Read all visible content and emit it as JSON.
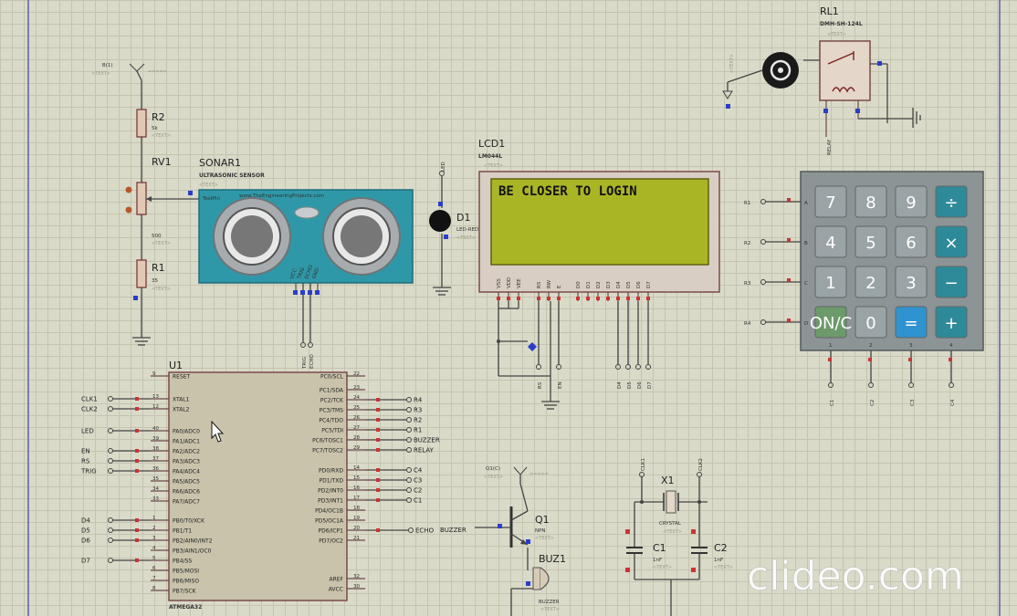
{
  "sheet": {
    "border_color": "#7b7bb0",
    "grid_color": "#c4c4b1",
    "bg_color": "#dadac9"
  },
  "watermark": "clideo.com",
  "placeholder_text": "<TEXT>",
  "power_label": "B(1)",
  "relay": {
    "ref": "RL1",
    "part": "DMH-SH-124L",
    "net": "RELAY"
  },
  "motor_icon": "motor-icon",
  "r2": {
    "ref": "R2",
    "value": "5k"
  },
  "rv1": {
    "ref": "RV1",
    "value": "500"
  },
  "r1": {
    "ref": "R1",
    "value": "35"
  },
  "sonar": {
    "ref": "SONAR1",
    "part": "ULTRASONIC SENSOR",
    "site": "www.TheEngineeringProjects.com",
    "testpin": "TestPin",
    "pins": [
      "VCC",
      "TRIG",
      "ECHO",
      "GND"
    ],
    "nets": [
      "TRIG",
      "ECHO"
    ]
  },
  "led": {
    "ref": "D1",
    "part": "LED-RED",
    "net": "LED"
  },
  "lcd": {
    "ref": "LCD1",
    "part": "LM044L",
    "display_text": "BE CLOSER TO LOGIN",
    "pins": [
      "VSS",
      "VDD",
      "VEE",
      "RS",
      "RW",
      "E",
      "D0",
      "D1",
      "D2",
      "D3",
      "D4",
      "D5",
      "D6",
      "D7"
    ],
    "bottom_nets": [
      "RS",
      "EN",
      "D4",
      "D5",
      "D6",
      "D7"
    ]
  },
  "keypad": {
    "rows": [
      {
        "net": "R1",
        "letter": "A",
        "keys": [
          "7",
          "8",
          "9",
          "÷"
        ]
      },
      {
        "net": "R2",
        "letter": "B",
        "keys": [
          "4",
          "5",
          "6",
          "×"
        ]
      },
      {
        "net": "R3",
        "letter": "C",
        "keys": [
          "1",
          "2",
          "3",
          "−"
        ]
      },
      {
        "net": "R4",
        "letter": "D",
        "keys": [
          "ON/C",
          "0",
          "=",
          "+"
        ]
      }
    ],
    "col_pins": [
      "1",
      "2",
      "3",
      "4"
    ],
    "col_nets": [
      "C1",
      "C2",
      "C3",
      "C4"
    ],
    "colors": {
      "number": "#9aa4a6",
      "operator": "#2e8a98",
      "on": "#6d9a6b",
      "equals": "#2f93cf",
      "body": "#8c9496"
    }
  },
  "mcu": {
    "ref": "U1",
    "part": "ATMEGA32",
    "left_pins": [
      {
        "num": "9",
        "name": "RESET",
        "net": ""
      },
      {
        "num": "13",
        "name": "XTAL1",
        "net": "CLK1"
      },
      {
        "num": "12",
        "name": "XTAL2",
        "net": "CLK2"
      },
      {
        "num": "40",
        "name": "PA0/ADC0",
        "net": "LED"
      },
      {
        "num": "39",
        "name": "PA1/ADC1",
        "net": ""
      },
      {
        "num": "38",
        "name": "PA2/ADC2",
        "net": "EN"
      },
      {
        "num": "37",
        "name": "PA3/ADC3",
        "net": "RS"
      },
      {
        "num": "36",
        "name": "PA4/ADC4",
        "net": "TRIG"
      },
      {
        "num": "35",
        "name": "PA5/ADC5",
        "net": ""
      },
      {
        "num": "34",
        "name": "PA6/ADC6",
        "net": ""
      },
      {
        "num": "33",
        "name": "PA7/ADC7",
        "net": ""
      },
      {
        "num": "1",
        "name": "PB0/T0/XCK",
        "net": "D4"
      },
      {
        "num": "2",
        "name": "PB1/T1",
        "net": "D5"
      },
      {
        "num": "3",
        "name": "PB2/AIN0/INT2",
        "net": "D6"
      },
      {
        "num": "4",
        "name": "PB3/AIN1/OC0",
        "net": ""
      },
      {
        "num": "5",
        "name": "PB4/SS",
        "net": "D7"
      },
      {
        "num": "6",
        "name": "PB5/MOSI",
        "net": ""
      },
      {
        "num": "7",
        "name": "PB6/MISO",
        "net": ""
      },
      {
        "num": "8",
        "name": "PB7/SCK",
        "net": ""
      }
    ],
    "right_pins": [
      {
        "num": "22",
        "name": "PC0/SCL",
        "net": ""
      },
      {
        "num": "23",
        "name": "PC1/SDA",
        "net": ""
      },
      {
        "num": "24",
        "name": "PC2/TCK",
        "net": "R4"
      },
      {
        "num": "25",
        "name": "PC3/TMS",
        "net": "R3"
      },
      {
        "num": "26",
        "name": "PC4/TDO",
        "net": "R2"
      },
      {
        "num": "27",
        "name": "PC5/TDI",
        "net": "R1"
      },
      {
        "num": "28",
        "name": "PC6/TOSC1",
        "net": "BUZZER"
      },
      {
        "num": "29",
        "name": "PC7/TOSC2",
        "net": "RELAY"
      },
      {
        "num": "14",
        "name": "PD0/RXD",
        "net": "C4"
      },
      {
        "num": "15",
        "name": "PD1/TXD",
        "net": "C3"
      },
      {
        "num": "16",
        "name": "PD2/INT0",
        "net": "C2"
      },
      {
        "num": "17",
        "name": "PD3/INT1",
        "net": "C1"
      },
      {
        "num": "18",
        "name": "PD4/OC1B",
        "net": ""
      },
      {
        "num": "19",
        "name": "PD5/OC1A",
        "net": ""
      },
      {
        "num": "20",
        "name": "PD6/ICP1",
        "net": "ECHO"
      },
      {
        "num": "21",
        "name": "PD7/OC2",
        "net": ""
      },
      {
        "num": "32",
        "name": "AREF",
        "net": ""
      },
      {
        "num": "30",
        "name": "AVCC",
        "net": ""
      }
    ]
  },
  "q1": {
    "ref": "Q1",
    "part": "NPN",
    "base_net": "BUZZER",
    "power": "Q1(C)"
  },
  "buz": {
    "ref": "BUZ1",
    "part": "BUZZER"
  },
  "crystal": {
    "ref": "X1",
    "part": "CRYSTAL",
    "nets": [
      "CLK1",
      "CLK2"
    ]
  },
  "c1": {
    "ref": "C1",
    "value": "1nF"
  },
  "c2": {
    "ref": "C2",
    "value": "1nF"
  }
}
